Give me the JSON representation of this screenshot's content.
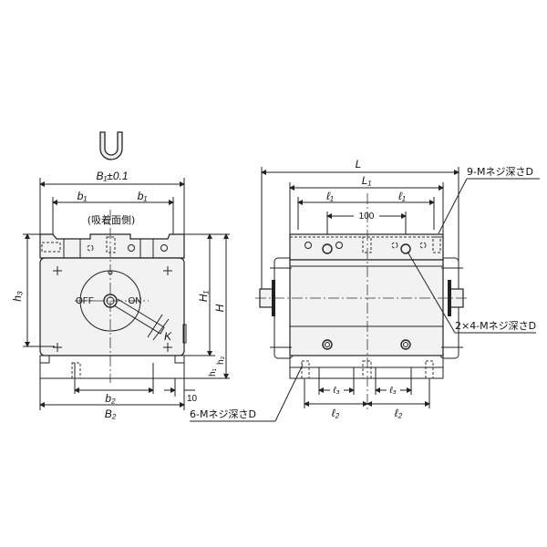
{
  "front_view": {
    "B1_label": "B₁±0.1",
    "b1_label": "b₁",
    "suction_side_label": "(吸着面側)",
    "off_label": "OFF",
    "on_label": "ON",
    "K_label": "K",
    "h3_label": "h₃",
    "H1_label": "H₁",
    "H_label": "H",
    "h1_label": "h₁",
    "h2_label": "h₂",
    "b2_label": "b₂",
    "B2_label": "B₂",
    "ten_label": "10",
    "thread_note": "6-Mネジ深さD"
  },
  "side_view": {
    "L_label": "L",
    "L1_label": "L₁",
    "l1_label": "ℓ₁",
    "hundred_label": "100",
    "l2_label": "ℓ₂",
    "l3_label": "ℓ₃",
    "thread_note_top": "9-Mネジ深さD",
    "thread_note_side": "2×4-Mネジ深さD"
  }
}
